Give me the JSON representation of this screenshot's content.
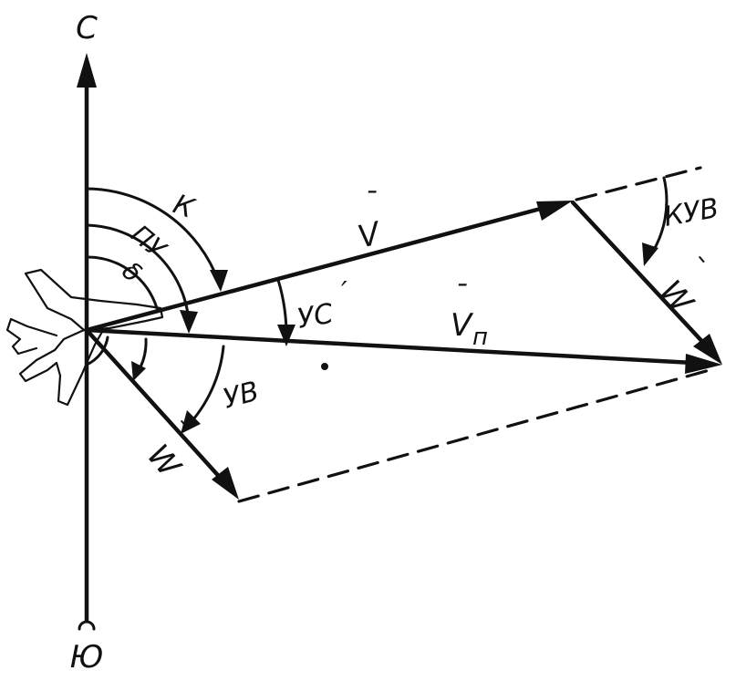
{
  "labels": {
    "north": "С",
    "south": "Ю",
    "course": "К",
    "track_angle": "ПУ",
    "delta": "δ",
    "drift_angle": "УС",
    "drift_prime": "′",
    "wind_angle": "УВ",
    "relative_wind_angle": "КУВ",
    "airspeed_vector": "V",
    "ground_speed_vector": "V",
    "ground_speed_subscript": "п",
    "wind_vector_left": "W",
    "wind_vector_right": "W",
    "bar": "¯"
  },
  "colors": {
    "ink": "#111111",
    "paper": "#ffffff"
  },
  "icons": {
    "aircraft": "airplane-silhouette-icon"
  }
}
